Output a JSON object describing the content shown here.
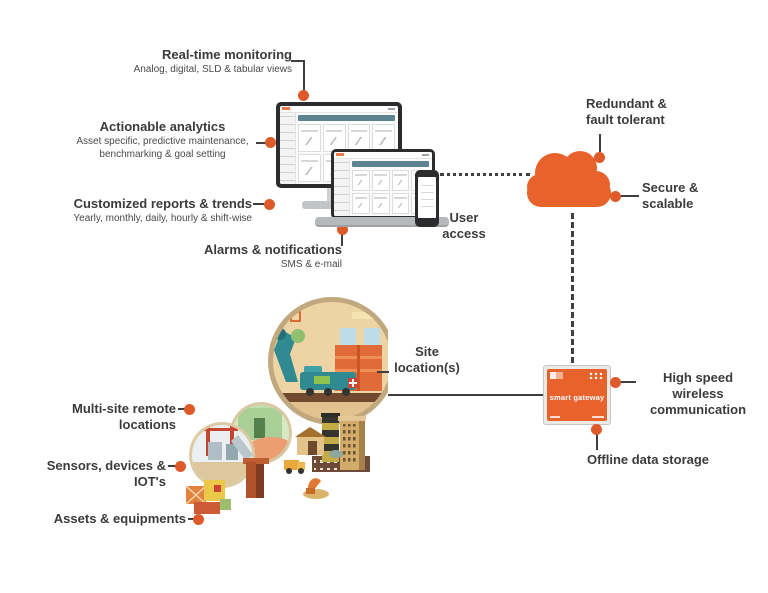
{
  "colors": {
    "accent_orange": "#E8622B",
    "dot_orange": "#DE5A2A",
    "text_dark": "#3B3B3B",
    "line_dark": "#3F3F3F",
    "screen_bar_teal": "#5D8390"
  },
  "icons": {
    "cloud": "cloud-icon",
    "gateway": "gateway-device-icon",
    "monitor": "desktop-monitor-icon",
    "laptop": "laptop-icon",
    "phone": "smartphone-icon"
  },
  "annotations": {
    "realtime": {
      "title": "Real-time monitoring",
      "subtitle": "Analog, digital, SLD & tabular views"
    },
    "analytics": {
      "title": "Actionable analytics",
      "subtitle_line1": "Asset specific, predictive maintenance,",
      "subtitle_line2": "benchmarking & goal setting"
    },
    "reports": {
      "title": "Customized reports & trends",
      "subtitle": "Yearly, monthly, daily, hourly & shift-wise"
    },
    "alarms": {
      "title": "Alarms & notifications",
      "subtitle": "SMS & e-mail"
    },
    "user_access": {
      "line1": "User",
      "line2": "access"
    },
    "redundant": {
      "line1": "Redundant &",
      "line2": "fault tolerant"
    },
    "secure": {
      "line1": "Secure &",
      "line2": "scalable"
    },
    "site_location": {
      "line1": "Site",
      "line2": "location(s)"
    },
    "multi_site": {
      "title": "Multi-site remote locations"
    },
    "sensors": {
      "title": "Sensors, devices & IOT's"
    },
    "assets": {
      "title": "Assets & equipments"
    },
    "wireless": {
      "line1": "High speed wireless",
      "line2": "communication"
    },
    "offline": {
      "title": "Offline data storage"
    }
  },
  "gateway": {
    "label": "smart gateway"
  }
}
